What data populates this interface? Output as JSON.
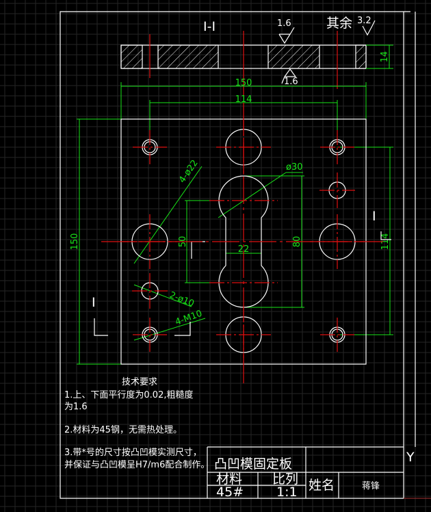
{
  "section": {
    "title": "I-I",
    "roughness_top": "1.6",
    "roughness_bottom": "1.6",
    "roughness_other_label": "其余",
    "roughness_other": "3.2"
  },
  "dimensions": {
    "width_total": "150",
    "hole_spacing_x": "114",
    "height_total": "150",
    "hole_spacing_y": "114",
    "thickness": "14",
    "slot_center": "50",
    "slot_length": "80",
    "slot_width": "22",
    "slot_dia": "ø30",
    "large_holes": "4-ø22",
    "pin_holes": "2-ø10",
    "threads": "4-M10"
  },
  "section_marks": {
    "right": "I",
    "left": "I"
  },
  "tech": {
    "title": "技术要求",
    "lines": [
      "1.上、下面平行度为0.02,粗糙度",
      "为1.6",
      "2.材料为45钢，无需热处理。",
      "3.带*号的尺寸按凸凹模实测尺寸，",
      "并保证与凸凹模呈H7/m6配合制作。"
    ]
  },
  "title_block": {
    "part_name": "凸凹模固定板",
    "material_label": "材料",
    "material": "45#",
    "scale_label": "比列",
    "scale": "1:1",
    "name_label": "姓名",
    "name": "蒋锋"
  },
  "axis_label": "Y",
  "colors": {
    "object": "#ffffff",
    "center": "#e01010",
    "dimension": "#19e619",
    "background": "#000000"
  }
}
